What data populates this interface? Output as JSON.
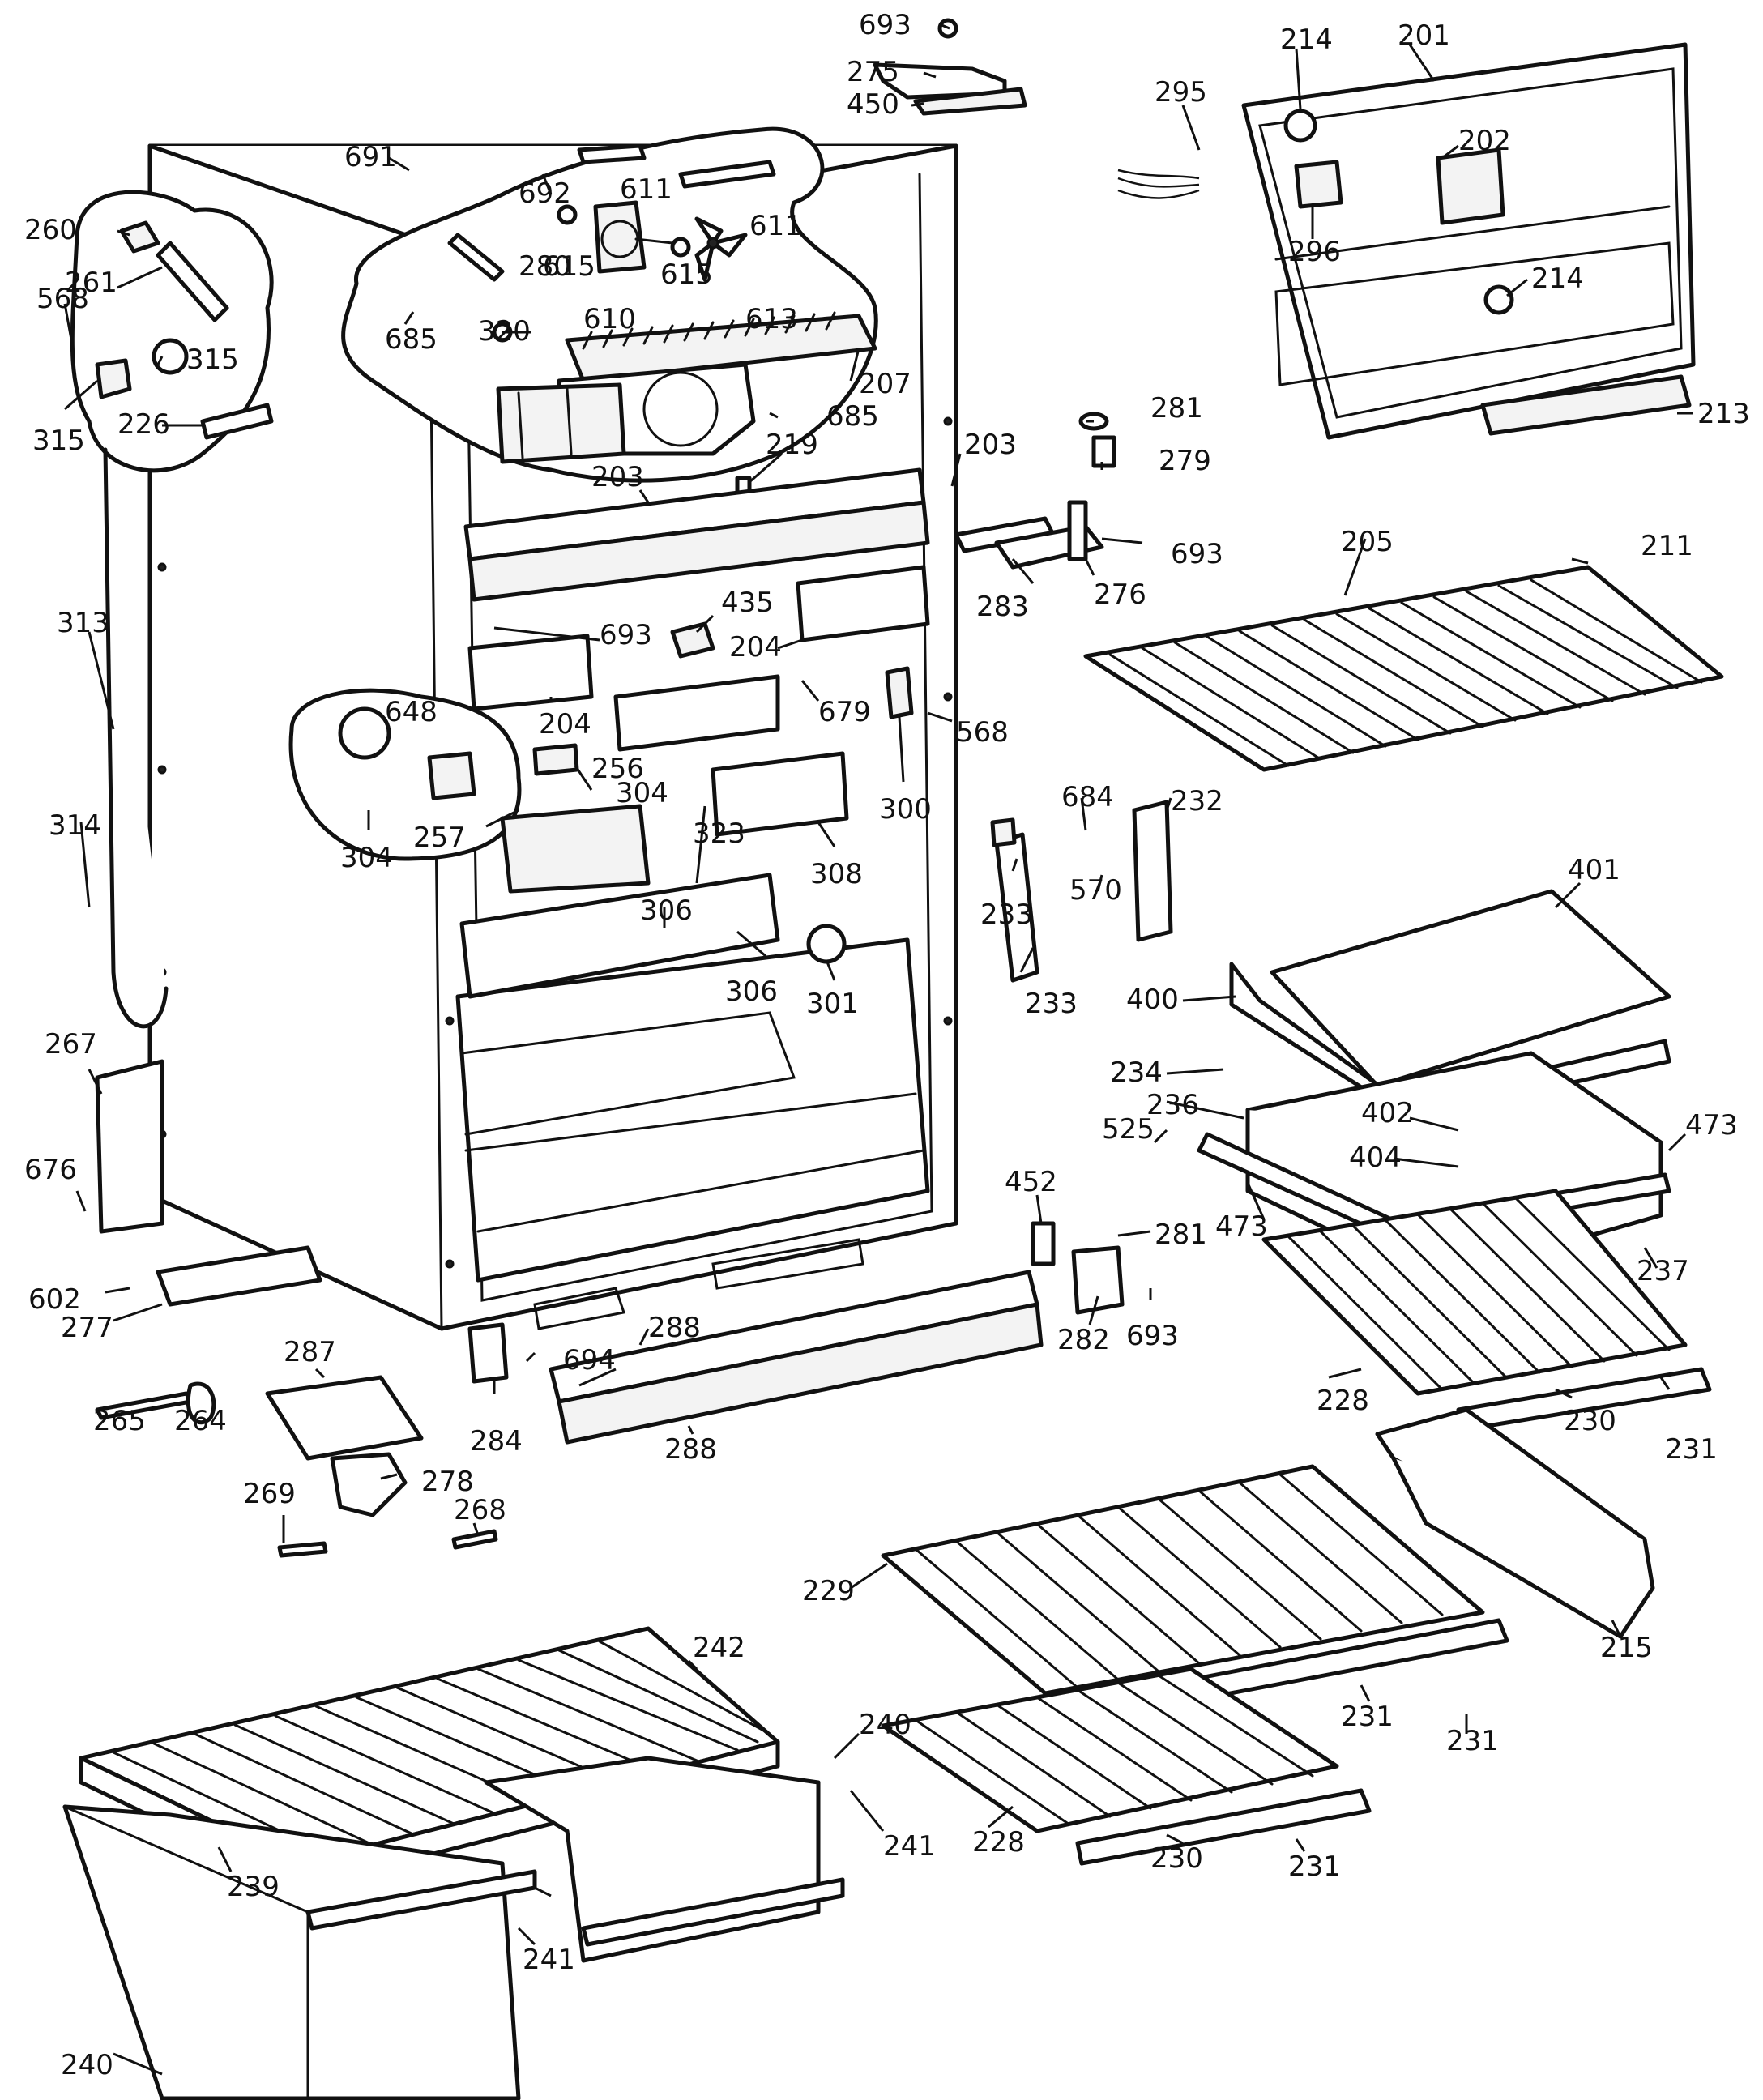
{
  "labels": {
    "l693a": "693",
    "l275": "275",
    "l450": "450",
    "l214a": "214",
    "l201": "201",
    "l295": "295",
    "l202": "202",
    "l296": "296",
    "l214b": "214",
    "l213": "213",
    "l691": "691",
    "l692": "692",
    "l611a": "611",
    "l611b": "611",
    "l615a": "615",
    "l615b": "615",
    "l610": "610",
    "l613": "613",
    "l280": "280",
    "l260": "260",
    "l261": "261",
    "l568a": "568",
    "l315a": "315",
    "l315b": "315",
    "l226": "226",
    "l685a": "685",
    "l320": "320",
    "l207": "207",
    "l685b": "685",
    "l219": "219",
    "l203a": "203",
    "l203b": "203",
    "l281a": "281",
    "l279": "279",
    "l693b": "693",
    "l283": "283",
    "l276": "276",
    "l205": "205",
    "l211": "211",
    "l313": "313",
    "l435": "435",
    "l693c": "693",
    "l204a": "204",
    "l204b": "204",
    "l679": "679",
    "l568b": "568",
    "l300": "300",
    "l648": "648",
    "l304a": "304",
    "l304b": "304",
    "l256": "256",
    "l257": "257",
    "l323": "323",
    "l308": "308",
    "l684": "684",
    "l232": "232",
    "l233a": "233",
    "l233b": "233",
    "l570": "570",
    "l314": "314",
    "l306a": "306",
    "l306b": "306",
    "l301": "301",
    "l401": "401",
    "l400": "400",
    "l234": "234",
    "l236": "236",
    "l402": "402",
    "l404": "404",
    "l473a": "473",
    "l473b": "473",
    "l525": "525",
    "l267": "267",
    "l676": "676",
    "l452": "452",
    "l281b": "281",
    "l237": "237",
    "l602": "602",
    "l277": "277",
    "l288a": "288",
    "l288b": "288",
    "l694": "694",
    "l282": "282",
    "l693d": "693",
    "l228a": "228",
    "l230a": "230",
    "l231a": "231",
    "l287": "287",
    "l265": "265",
    "l264": "264",
    "l284": "284",
    "l269": "269",
    "l278": "278",
    "l268": "268",
    "l242": "242",
    "l229": "229",
    "l215": "215",
    "l231b": "231",
    "l231c": "231",
    "l240a": "240",
    "l241a": "241",
    "l239": "239",
    "l241b": "241",
    "l228b": "228",
    "l230b": "230",
    "l231d": "231",
    "l240b": "240"
  }
}
